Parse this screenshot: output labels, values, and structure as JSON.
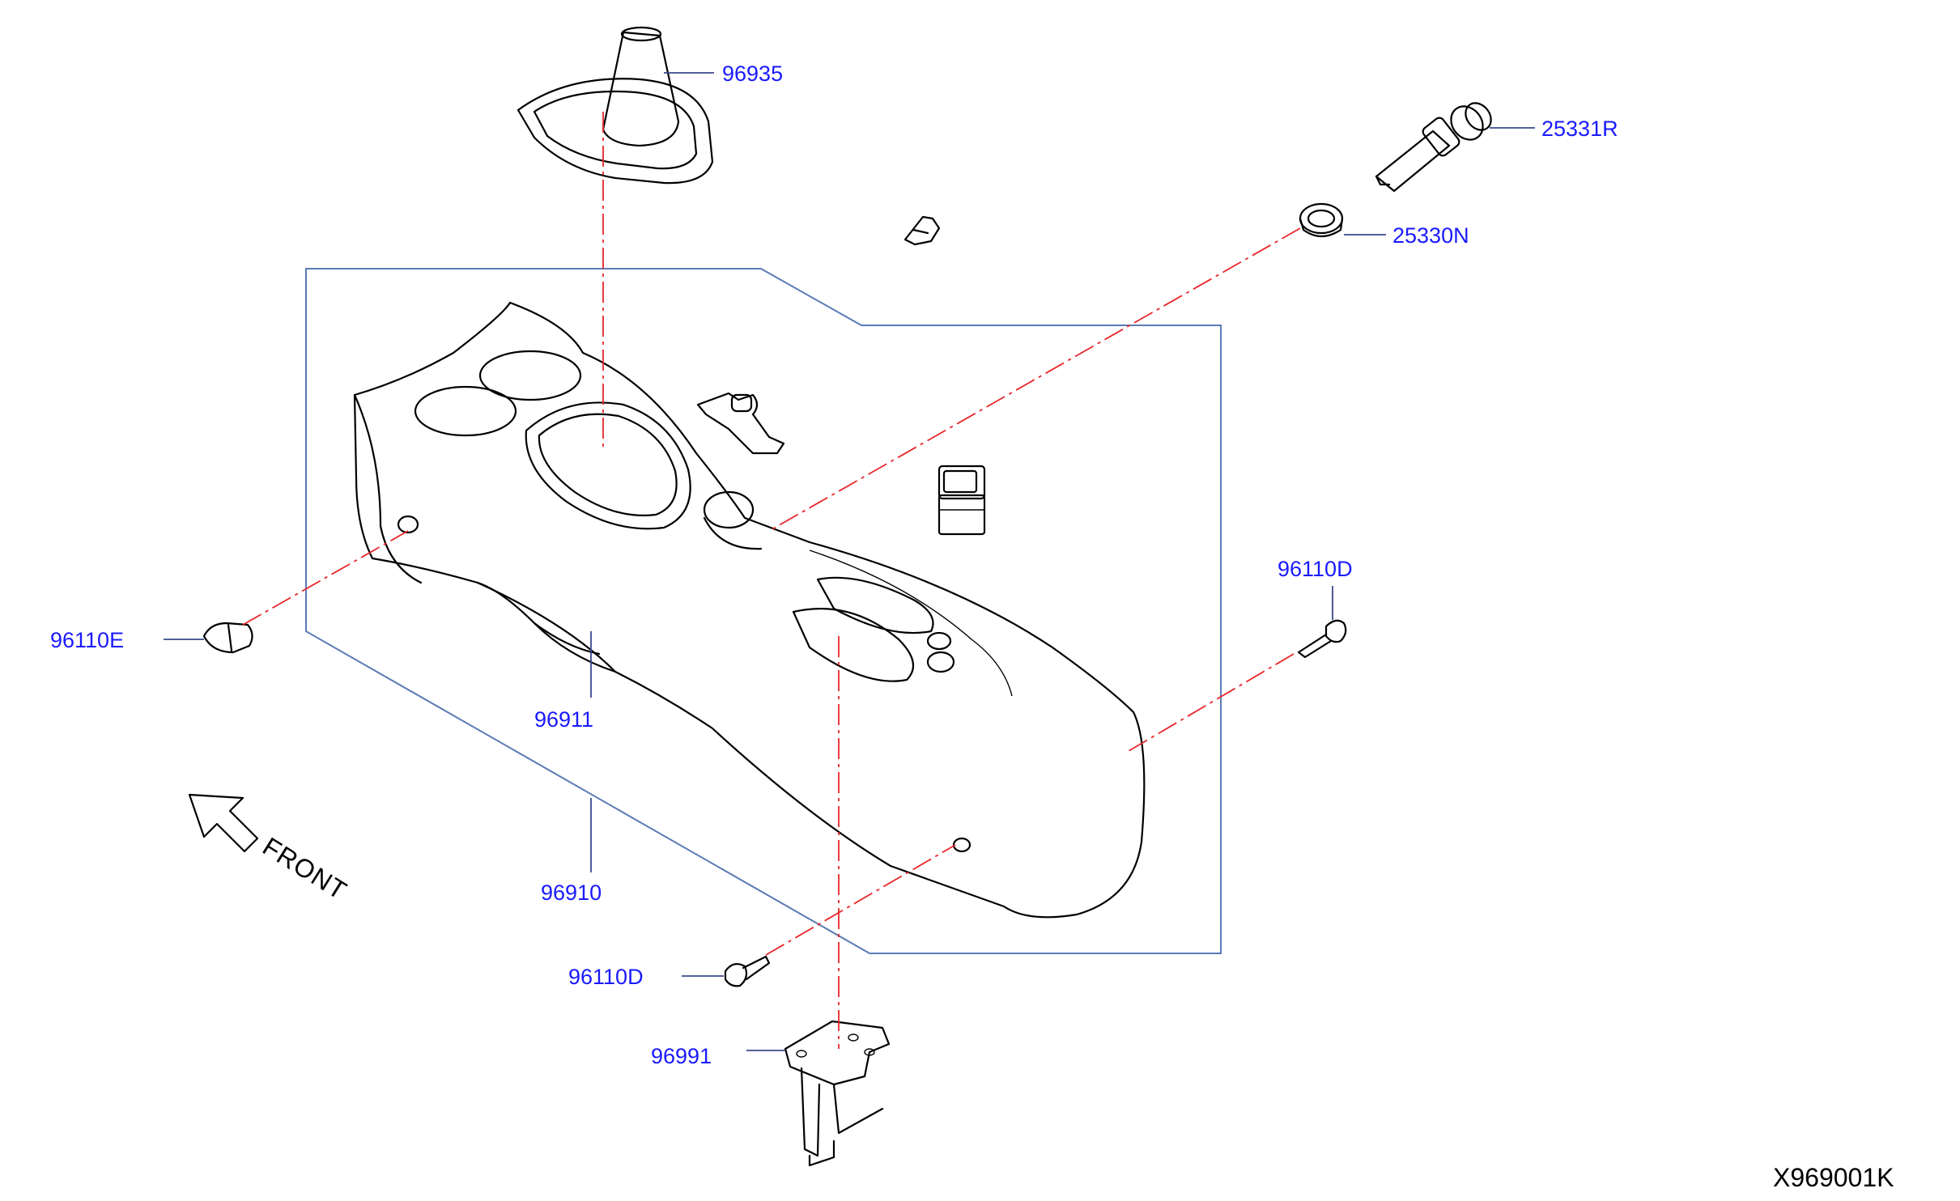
{
  "diagram_code": "X969001K",
  "direction_label": "FRONT",
  "callouts": {
    "shift_boot": "96935",
    "lighter_plug": "25331R",
    "lighter_socket": "25330N",
    "clip_left": "96110E",
    "screw_right": "96110D",
    "console_body": "96911",
    "console_assembly": "96910",
    "screw_bottom": "96110D",
    "bracket": "96991"
  },
  "colors": {
    "callout_text": "#1a1aff",
    "leader_line": "#3a4a8a",
    "center_line": "#e8262a",
    "assembly_frame": "#5a7bb5",
    "part_outline": "#000000"
  }
}
